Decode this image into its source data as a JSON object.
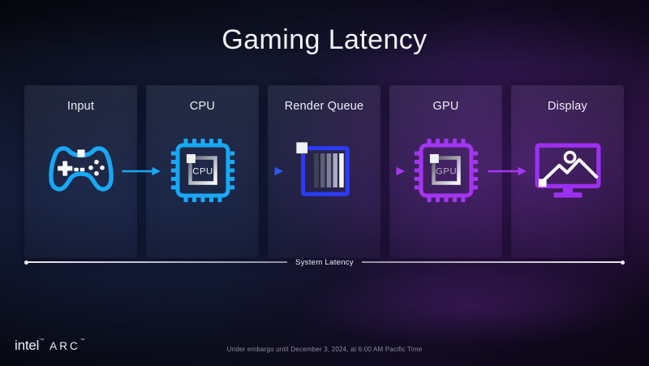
{
  "title": "Gaming Latency",
  "stages": [
    {
      "label": "Input"
    },
    {
      "label": "CPU",
      "chip_label": "CPU"
    },
    {
      "label": "Render Queue"
    },
    {
      "label": "GPU",
      "chip_label": "GPU"
    },
    {
      "label": "Display"
    }
  ],
  "system_latency": {
    "label": "System Latency"
  },
  "footer": {
    "brand": "intel",
    "brand_tm": "™",
    "product": "ARC",
    "product_tm": "™",
    "embargo": "Under embargo until December 3, 2024, at 6:00 AM Pacific Time"
  },
  "colors": {
    "input_blue": "#18a8f5",
    "queue_blue": "#2b3cf5",
    "gpu_purple": "#a434f2",
    "display_purple": "#9d2ff2",
    "arrow_blue": "#18a8f5",
    "arrow_indigo": "#2f55f5",
    "arrow_purple": "#a438f2"
  }
}
